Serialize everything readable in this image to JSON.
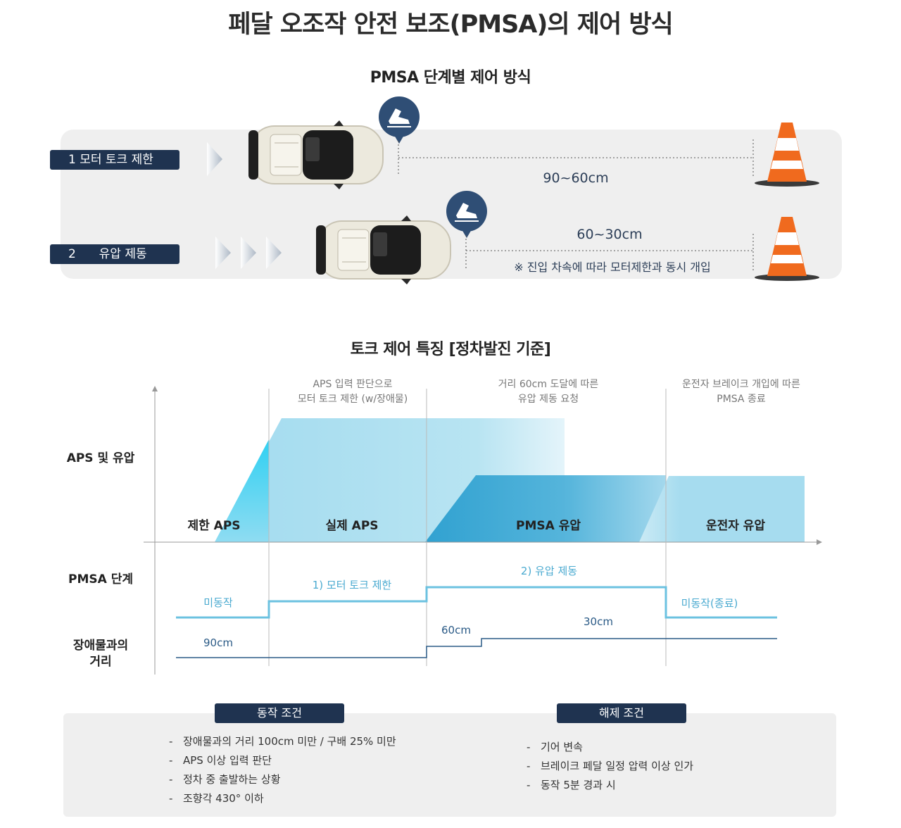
{
  "title": "페달 오조작 안전 보조(PMSA)의 제어 방식",
  "stage_section": {
    "title": "PMSA 단계별 제어 방식",
    "stage1": {
      "label": "1 모터 토크 제한",
      "distance": "90~60cm"
    },
    "stage2": {
      "number": "2",
      "label": "유압 제동",
      "distance": "60~30cm",
      "note": "※ 진입 차속에 따라 모터제한과 동시 개입"
    },
    "icons": [
      "pedal-foot-icon",
      "traffic-cone-icon",
      "car-icon",
      "chevron-right-icon"
    ]
  },
  "torque_section": {
    "title": "토크 제어 특징 [정차발진 기준]",
    "phases": [
      {
        "line1": "APS 입력 판단으로",
        "line2": "모터 토크 제한 (w/장애물)"
      },
      {
        "line1": "거리 60cm 도달에 따른",
        "line2": "유압 제동 요청"
      },
      {
        "line1": "운전자 브레이크 개입에 따른",
        "line2": "PMSA 종료"
      }
    ],
    "row_labels": {
      "aps": "APS 및 유압",
      "stage": "PMSA 단계",
      "distance_1": "장애물과의",
      "distance_2": "거리"
    },
    "areas": {
      "limited_aps": "제한 APS",
      "actual_aps": "실제 APS",
      "pmsa_hydraulic": "PMSA 유압",
      "driver_hydraulic": "운전자 유압"
    },
    "stage_labels": {
      "inactive": "미동작",
      "motor": "1) 모터 토크 제한",
      "hydraulic": "2) 유압 제동",
      "ended": "미동작(종료)"
    },
    "distance_labels": {
      "d90": "90cm",
      "d60": "60cm",
      "d30": "30cm"
    },
    "colors": {
      "light_blue": "#a6dcef",
      "cyan": "#3ed0f0",
      "blue": "#2a9fd0",
      "stage_line": "#6cc2e0",
      "distance_line": "#2a5a86"
    }
  },
  "conditions": {
    "activation": {
      "title": "동작 조건",
      "items": [
        "장애물과의 거리 100cm 미만 / 구배 25% 미만",
        "APS 이상 입력 판단",
        "정차 중 출발하는 상황",
        "조향각 430° 이하"
      ]
    },
    "release": {
      "title": "해제 조건",
      "items": [
        "기어 변속",
        "브레이크 페달 일정 압력 이상 인가",
        "동작 5분 경과 시"
      ]
    }
  }
}
